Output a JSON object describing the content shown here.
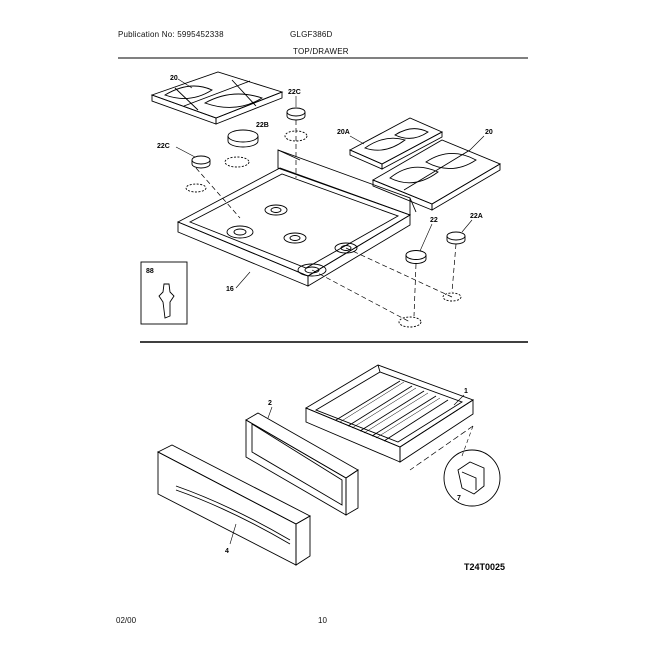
{
  "header": {
    "publication": "Publication No: 5995452338",
    "model": "GLGF386D",
    "section": "TOP/DRAWER"
  },
  "footer": {
    "date": "02/00",
    "page": "10"
  },
  "callouts": {
    "grate_left": "20",
    "burner_cap_22b": "22B",
    "burner_cap_22c_top": "22C",
    "burner_cap_22c_left": "22C",
    "grate_right_back": "20A",
    "grate_right_front": "20",
    "burner_cap_22": "22",
    "burner_cap_22a": "22A",
    "cooktop": "16",
    "inset_88": "88",
    "drawer_body": "1",
    "drawer_liner": "2",
    "drawer_front": "4",
    "drawer_clip": "7"
  },
  "diagram_code": "T24T0025"
}
